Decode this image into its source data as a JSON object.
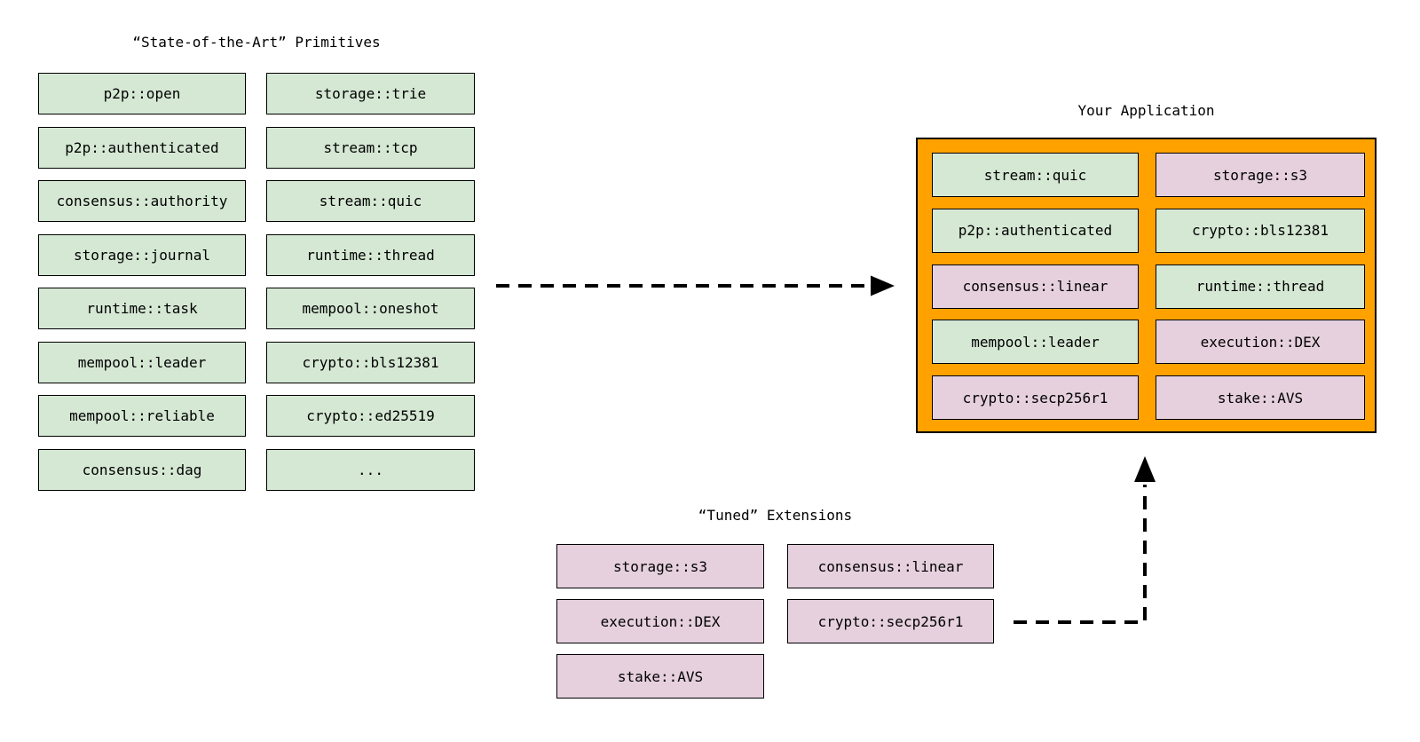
{
  "colors": {
    "primitive_green": "#d5e8d4",
    "tuned_pink": "#e6d0de",
    "app_orange": "#ffa200",
    "border": "#000000",
    "arrow": "#000000"
  },
  "primitives": {
    "title": "“State-of-the-Art” Primitives",
    "column1": [
      "p2p::open",
      "p2p::authenticated",
      "consensus::authority",
      "storage::journal",
      "runtime::task",
      "mempool::leader",
      "mempool::reliable",
      "consensus::dag"
    ],
    "column2": [
      "storage::trie",
      "stream::tcp",
      "stream::quic",
      "runtime::thread",
      "mempool::oneshot",
      "crypto::bls12381",
      "crypto::ed25519",
      "..."
    ]
  },
  "application": {
    "title": "Your Application",
    "column1": [
      {
        "label": "stream::quic",
        "type": "primitive"
      },
      {
        "label": "p2p::authenticated",
        "type": "primitive"
      },
      {
        "label": "consensus::linear",
        "type": "tuned"
      },
      {
        "label": "mempool::leader",
        "type": "primitive"
      },
      {
        "label": "crypto::secp256r1",
        "type": "tuned"
      }
    ],
    "column2": [
      {
        "label": "storage::s3",
        "type": "tuned"
      },
      {
        "label": "crypto::bls12381",
        "type": "primitive"
      },
      {
        "label": "runtime::thread",
        "type": "primitive"
      },
      {
        "label": "execution::DEX",
        "type": "tuned"
      },
      {
        "label": "stake::AVS",
        "type": "tuned"
      }
    ]
  },
  "extensions": {
    "title": "“Tuned” Extensions",
    "column1": [
      "storage::s3",
      "execution::DEX",
      "stake::AVS"
    ],
    "column2": [
      "consensus::linear",
      "crypto::secp256r1"
    ]
  }
}
